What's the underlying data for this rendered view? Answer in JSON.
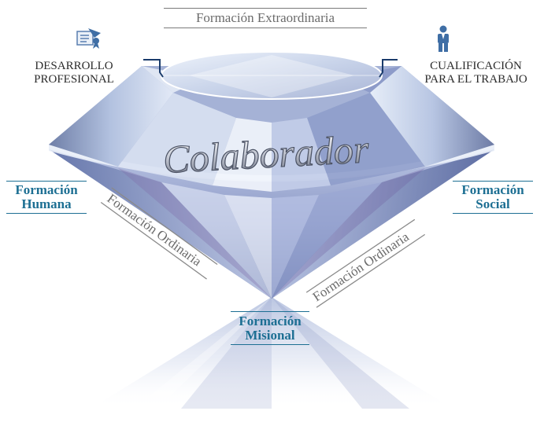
{
  "top_label": "Formación Extraordinaria",
  "center_title": "Colaborador",
  "left_top": {
    "line1": "DESARROLLO",
    "line2": "PROFESIONAL",
    "icon": "certificate-icon"
  },
  "right_top": {
    "line1": "CUALIFICACIÓN",
    "line2": "PARA EL TRABAJO",
    "icon": "worker-person-icon"
  },
  "left_mid": {
    "line1": "Formación",
    "line2": "Humana"
  },
  "right_mid": {
    "line1": "Formación",
    "line2": "Social"
  },
  "diag_left": "Formación Ordinaria",
  "diag_right": "Formación Ordinaria",
  "bottom": {
    "line1": "Formación",
    "line2": "Misional"
  },
  "colors": {
    "accent_blue": "#1d6f93",
    "gray_text": "#6b6b6b",
    "dark_text": "#2b2b2b"
  }
}
